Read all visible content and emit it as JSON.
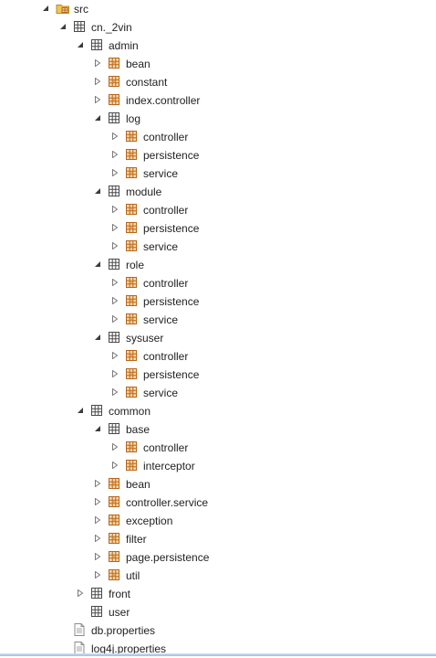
{
  "tree": [
    {
      "label": "src",
      "depth": 0,
      "kind": "srcfolder",
      "state": "expanded"
    },
    {
      "label": "cn._2vin",
      "depth": 1,
      "kind": "package",
      "state": "expanded"
    },
    {
      "label": "admin",
      "depth": 2,
      "kind": "package",
      "state": "expanded"
    },
    {
      "label": "bean",
      "depth": 3,
      "kind": "package-filled",
      "state": "collapsed"
    },
    {
      "label": "constant",
      "depth": 3,
      "kind": "package-filled",
      "state": "collapsed"
    },
    {
      "label": "index.controller",
      "depth": 3,
      "kind": "package-filled",
      "state": "collapsed"
    },
    {
      "label": "log",
      "depth": 3,
      "kind": "package",
      "state": "expanded"
    },
    {
      "label": "controller",
      "depth": 4,
      "kind": "package-filled",
      "state": "collapsed"
    },
    {
      "label": "persistence",
      "depth": 4,
      "kind": "package-filled",
      "state": "collapsed"
    },
    {
      "label": "service",
      "depth": 4,
      "kind": "package-filled",
      "state": "collapsed"
    },
    {
      "label": "module",
      "depth": 3,
      "kind": "package",
      "state": "expanded"
    },
    {
      "label": "controller",
      "depth": 4,
      "kind": "package-filled",
      "state": "collapsed"
    },
    {
      "label": "persistence",
      "depth": 4,
      "kind": "package-filled",
      "state": "collapsed"
    },
    {
      "label": "service",
      "depth": 4,
      "kind": "package-filled",
      "state": "collapsed"
    },
    {
      "label": "role",
      "depth": 3,
      "kind": "package",
      "state": "expanded"
    },
    {
      "label": "controller",
      "depth": 4,
      "kind": "package-filled",
      "state": "collapsed"
    },
    {
      "label": "persistence",
      "depth": 4,
      "kind": "package-filled",
      "state": "collapsed"
    },
    {
      "label": "service",
      "depth": 4,
      "kind": "package-filled",
      "state": "collapsed"
    },
    {
      "label": "sysuser",
      "depth": 3,
      "kind": "package",
      "state": "expanded"
    },
    {
      "label": "controller",
      "depth": 4,
      "kind": "package-filled",
      "state": "collapsed"
    },
    {
      "label": "persistence",
      "depth": 4,
      "kind": "package-filled",
      "state": "collapsed"
    },
    {
      "label": "service",
      "depth": 4,
      "kind": "package-filled",
      "state": "collapsed"
    },
    {
      "label": "common",
      "depth": 2,
      "kind": "package",
      "state": "expanded"
    },
    {
      "label": "base",
      "depth": 3,
      "kind": "package",
      "state": "expanded"
    },
    {
      "label": "controller",
      "depth": 4,
      "kind": "package-filled",
      "state": "collapsed"
    },
    {
      "label": "interceptor",
      "depth": 4,
      "kind": "package-filled",
      "state": "collapsed"
    },
    {
      "label": "bean",
      "depth": 3,
      "kind": "package-filled",
      "state": "collapsed"
    },
    {
      "label": "controller.service",
      "depth": 3,
      "kind": "package-filled",
      "state": "collapsed"
    },
    {
      "label": "exception",
      "depth": 3,
      "kind": "package-filled",
      "state": "collapsed"
    },
    {
      "label": "filter",
      "depth": 3,
      "kind": "package-filled",
      "state": "collapsed"
    },
    {
      "label": "page.persistence",
      "depth": 3,
      "kind": "package-filled",
      "state": "collapsed"
    },
    {
      "label": "util",
      "depth": 3,
      "kind": "package-filled",
      "state": "collapsed"
    },
    {
      "label": "front",
      "depth": 2,
      "kind": "package",
      "state": "collapsed"
    },
    {
      "label": "user",
      "depth": 2,
      "kind": "package",
      "state": "none"
    },
    {
      "label": "db.properties",
      "depth": 1,
      "kind": "file",
      "state": "none"
    },
    {
      "label": "log4j.properties",
      "depth": 1,
      "kind": "file",
      "state": "none"
    }
  ]
}
